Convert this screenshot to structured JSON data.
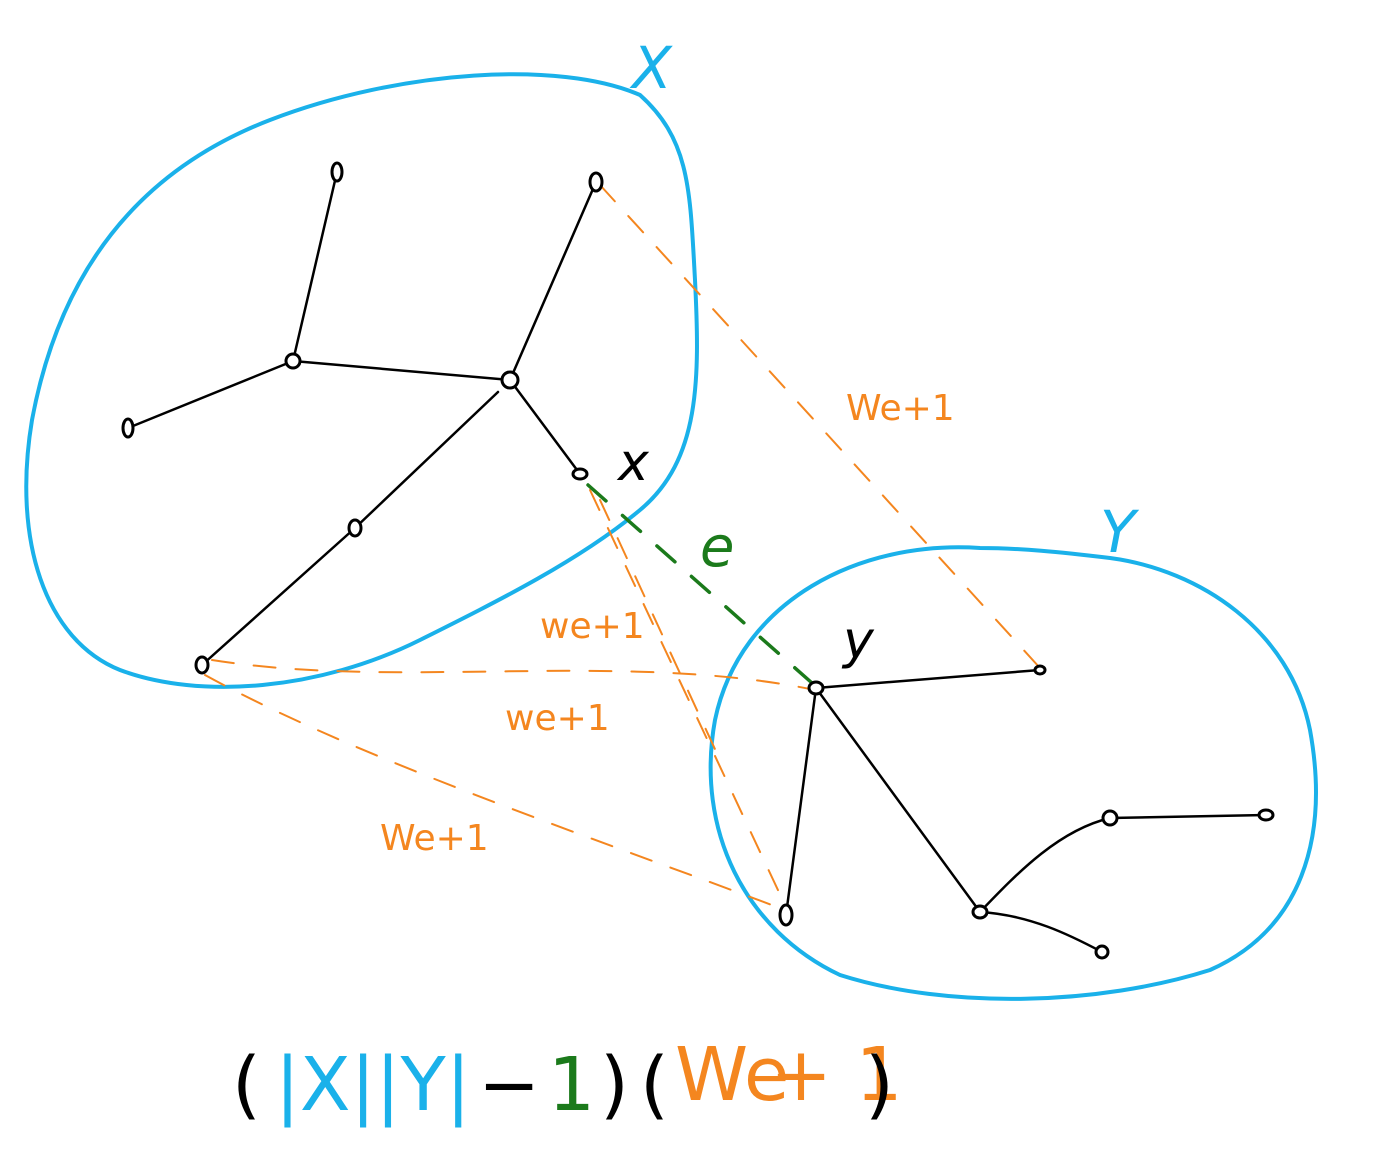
{
  "labels": {
    "set_x": "X",
    "set_y": "Y",
    "vertex_x": "x",
    "vertex_y": "y",
    "edge_e": "e",
    "weight_upper": "We+1",
    "weight_1": "we+1",
    "weight_2": "we+1",
    "weight_3": "We+1"
  },
  "formula": {
    "open1": "(",
    "abs_x": "|X||Y|",
    "minus": "−",
    "one": "1",
    "close1": ")",
    "open2": "(",
    "we": "We",
    "plus_one": "+ 1",
    "close2": ")"
  },
  "colors": {
    "set_outline": "#1ab1ea",
    "tree_edges": "#000000",
    "candidate_edges": "#f4861f",
    "edge_e": "#1b7a1b"
  }
}
